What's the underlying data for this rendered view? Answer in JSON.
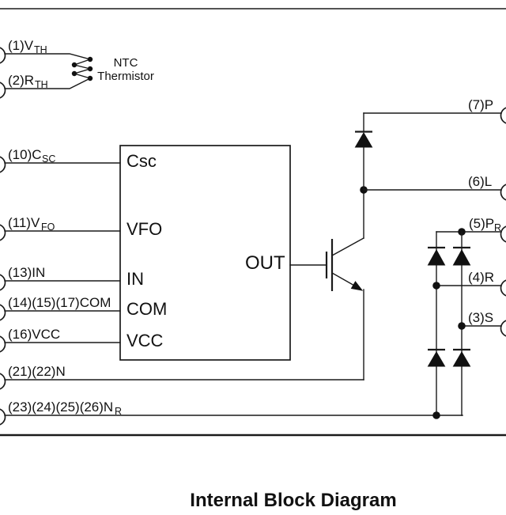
{
  "title": "Internal Block Diagram",
  "colors": {
    "line": "#1a1a1a",
    "background": "#ffffff",
    "text": "#111111"
  },
  "thermistor": {
    "label_line1": "NTC",
    "label_line2": "Thermistor"
  },
  "block": {
    "pin_csc": "Csc",
    "pin_vfo": "VFO",
    "pin_in": "IN",
    "pin_com": "COM",
    "pin_vcc": "VCC",
    "pin_out": "OUT"
  },
  "left_terminals": [
    {
      "label": "(1)V",
      "sub": "TH"
    },
    {
      "label": "(2)R",
      "sub": "TH"
    },
    {
      "label": "(10)C",
      "sub": "SC"
    },
    {
      "label": "(11)V",
      "sub": "FO"
    },
    {
      "label": "(13)IN",
      "sub": ""
    },
    {
      "label": "(14)(15)(17)COM",
      "sub": ""
    },
    {
      "label": "(16)VCC",
      "sub": ""
    },
    {
      "label": "(21)(22)N",
      "sub": ""
    },
    {
      "label": "(23)(24)(25)(26)N",
      "sub": "R"
    }
  ],
  "right_terminals": [
    {
      "label": "(7)P",
      "sub": ""
    },
    {
      "label": "(6)L",
      "sub": ""
    },
    {
      "label": "(5)P",
      "sub": "R"
    },
    {
      "label": "(4)R",
      "sub": ""
    },
    {
      "label": "(3)S",
      "sub": ""
    }
  ]
}
